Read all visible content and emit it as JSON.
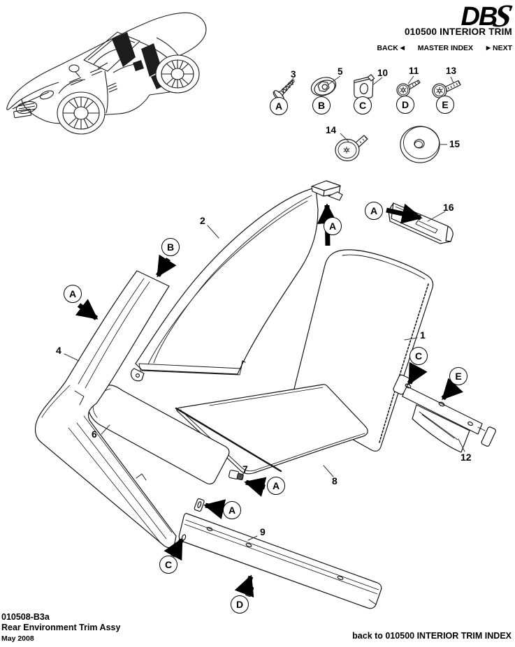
{
  "page": {
    "paper_color": "#ffffff",
    "ink_color": "#000000"
  },
  "header": {
    "logo_db": "DB",
    "logo_s": "S",
    "title": "010500 INTERIOR TRIM",
    "nav_back": "BACK",
    "nav_back_arrow": "◀",
    "nav_master_index": "MASTER INDEX",
    "nav_next_arrow": "▶",
    "nav_next": "NEXT"
  },
  "legend": {
    "items": [
      {
        "number": "3",
        "letter": "A",
        "icon": "self-tapping-screw"
      },
      {
        "number": "5",
        "letter": "B",
        "icon": "plastic-nut-washer"
      },
      {
        "number": "10",
        "letter": "C",
        "icon": "u-nut-clip"
      },
      {
        "number": "11",
        "letter": "D",
        "icon": "torx-pan-screw"
      },
      {
        "number": "13",
        "letter": "E",
        "icon": "torx-button-bolt"
      }
    ],
    "extras": [
      {
        "number": "14",
        "icon": "large-flange-screw"
      },
      {
        "number": "15",
        "icon": "rubber-grommet"
      }
    ]
  },
  "diagram": {
    "labels": [
      {
        "text": "2"
      },
      {
        "text": "16"
      },
      {
        "text": "4"
      },
      {
        "text": "1"
      },
      {
        "text": "6"
      },
      {
        "text": "7"
      },
      {
        "text": "8"
      },
      {
        "text": "9"
      },
      {
        "text": "12"
      }
    ],
    "callouts": [
      {
        "letter": "A"
      },
      {
        "letter": "A"
      },
      {
        "letter": "B"
      },
      {
        "letter": "A"
      },
      {
        "letter": "C"
      },
      {
        "letter": "E"
      },
      {
        "letter": "A"
      },
      {
        "letter": "A"
      },
      {
        "letter": "C"
      },
      {
        "letter": "D"
      }
    ]
  },
  "footer": {
    "doc_number": "010508-B3a",
    "doc_title": "Rear Environment Trim Assy",
    "date": "May 2008",
    "back_link": "back to 010500 INTERIOR TRIM INDEX"
  }
}
